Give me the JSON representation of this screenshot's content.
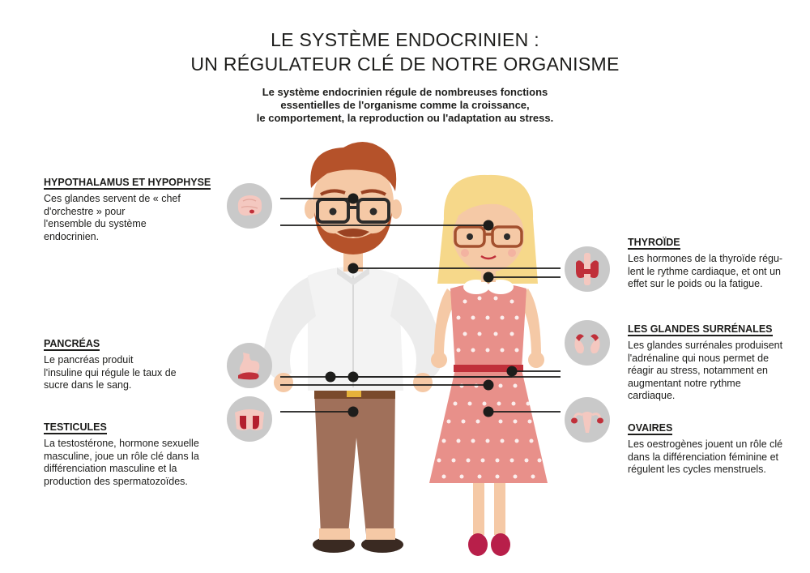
{
  "title_line1": "LE SYSTÈME ENDOCRINIEN :",
  "title_line2": "UN RÉGULATEUR CLÉ DE NOTRE ORGANISME",
  "subtitle_line1": "Le système endocrinien régule de nombreuses fonctions",
  "subtitle_line2": "essentielles de l'organisme comme la croissance,",
  "subtitle_line3": "le comportement, la reproduction ou  l'adaptation au stress.",
  "left_labels": [
    {
      "heading": "HYPOTHALAMUS ET HYPOPHYSE",
      "lines": [
        "Ces glandes servent de « chef",
        "d'orchestre » pour",
        "l'ensemble du système",
        "endocrinien."
      ]
    },
    {
      "heading": "PANCRÉAS",
      "lines": [
        "Le pancréas produit",
        "l'insuline qui régule le taux de",
        "sucre dans le sang."
      ]
    },
    {
      "heading": "TESTICULES",
      "lines": [
        "La testostérone, hormone sexuelle",
        "masculine, joue un rôle clé dans la",
        "différenciation masculine et la",
        "production des spermatozoïdes."
      ]
    }
  ],
  "right_labels": [
    {
      "heading": "THYROÏDE",
      "lines": [
        "Les hormones de la thyroïde régu-",
        "lent le rythme cardiaque, et ont un",
        "effet sur le poids ou la fatigue."
      ]
    },
    {
      "heading": "LES GLANDES SURRÉNALES",
      "lines": [
        "Les glandes surrénales produisent",
        "l'adrénaline qui nous permet de",
        "réagir au stress, notamment en",
        "augmentant notre rythme",
        "cardiaque."
      ]
    },
    {
      "heading": "OVAIRES",
      "lines": [
        "Les oestrogènes jouent un rôle clé",
        "dans la différenciation féminine et",
        "régulent les cycles menstruels."
      ]
    }
  ],
  "icons": [
    "brain-icon",
    "stomach-pancreas-icon",
    "testicles-icon",
    "thyroid-icon",
    "adrenal-glands-icon",
    "ovaries-icon"
  ],
  "colors": {
    "badge_gray": "#c9c9c9",
    "organ_red": "#c0303a",
    "organ_pink": "#f4c8c0",
    "text_dark": "#1d1d1b",
    "dress_pink": "#e8908a",
    "hair_man": "#b5522a",
    "hair_woman": "#f6d88a",
    "pants_brown": "#a0705a"
  }
}
